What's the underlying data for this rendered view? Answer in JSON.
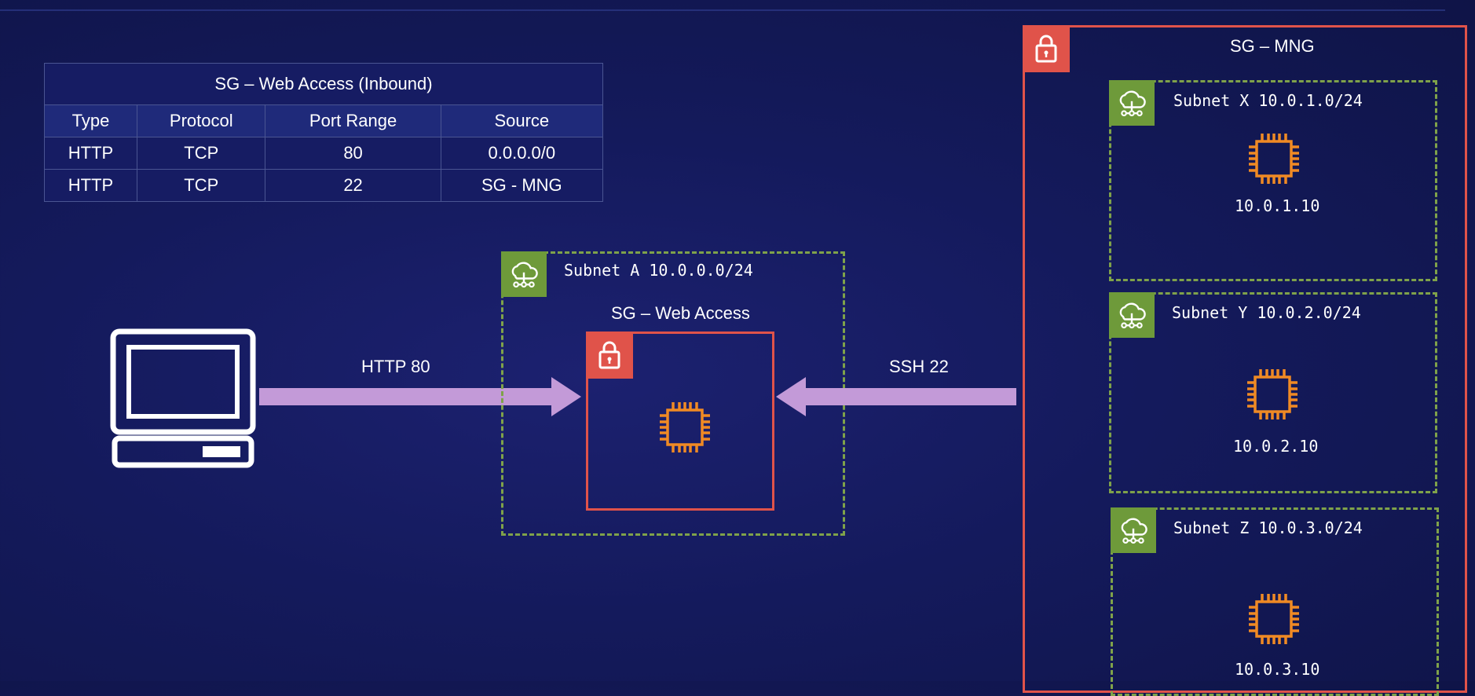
{
  "table": {
    "title": "SG – Web Access (Inbound)",
    "headers": [
      "Type",
      "Protocol",
      "Port Range",
      "Source"
    ],
    "rows": [
      [
        "HTTP",
        "TCP",
        "80",
        "0.0.0.0/0"
      ],
      [
        "HTTP",
        "TCP",
        "22",
        "SG - MNG"
      ]
    ]
  },
  "web": {
    "subnet_label": "Subnet A 10.0.0.0/24",
    "sg_label": "SG – Web Access"
  },
  "arrows": {
    "left": "HTTP 80",
    "right": "SSH 22"
  },
  "mng": {
    "title": "SG – MNG",
    "subnets": [
      {
        "label": "Subnet X 10.0.1.0/24",
        "ip": "10.0.1.10"
      },
      {
        "label": "Subnet Y 10.0.2.0/24",
        "ip": "10.0.2.10"
      },
      {
        "label": "Subnet Z 10.0.3.0/24",
        "ip": "10.0.3.10"
      }
    ]
  },
  "colors": {
    "background": "#141a5c",
    "table_header": "#1b6fd3",
    "security_group": "#e0534a",
    "subnet": "#7fa24a",
    "arrow": "#c39ad8",
    "chip": "#f08a24"
  }
}
